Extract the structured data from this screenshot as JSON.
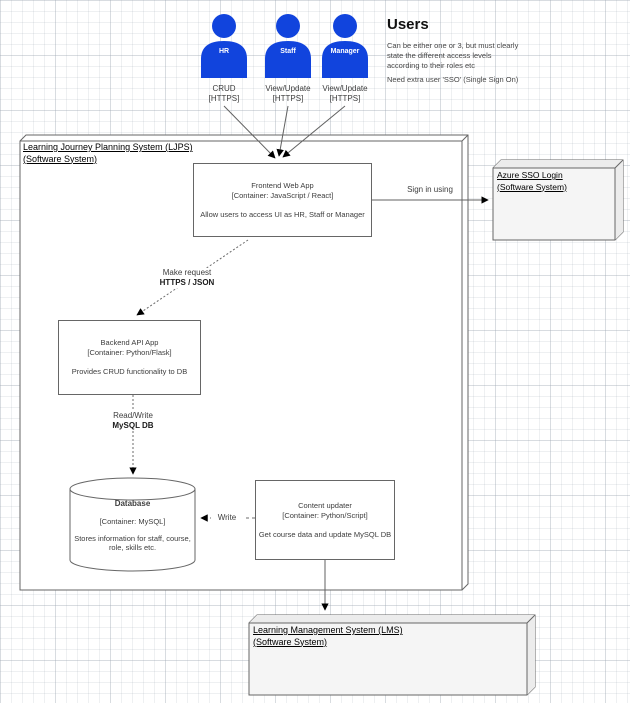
{
  "users_note": {
    "title": "Users",
    "body1": "Can be either one or 3, but must clearly state the different access levels according to their roles etc",
    "body2": "Need extra user 'SSO' (Single Sign On)"
  },
  "actors": [
    {
      "name": "HR",
      "action": "CRUD",
      "protocol": "[HTTPS]"
    },
    {
      "name": "Staff",
      "action": "View/Update",
      "protocol": "[HTTPS]"
    },
    {
      "name": "Manager",
      "action": "View/Update",
      "protocol": "[HTTPS]"
    }
  ],
  "boundary": {
    "title": "Learning Journey Planning System (LJPS)",
    "subtitle": "(Software System)"
  },
  "nodes": {
    "frontend": {
      "title": "Frontend Web App",
      "container": "[Container: JavaScript / React]",
      "description": "Allow users to access UI as HR, Staff or Manager"
    },
    "backend": {
      "title": "Backend API App",
      "container": "[Container: Python/Flask]",
      "description": "Provides CRUD functionality to DB"
    },
    "database": {
      "title": "Database",
      "container": "[Container: MySQL]",
      "description": "Stores information for staff, course, role, skills etc."
    },
    "content_updater": {
      "title": "Content updater",
      "container": "[Container: Python/Script]",
      "description": "Get course data and update MySQL DB"
    },
    "azure_sso": {
      "title": "Azure SSO Login",
      "subtitle": "(Software System)"
    },
    "lms": {
      "title": "Learning Management System (LMS)",
      "subtitle": "(Software System)"
    }
  },
  "edges": {
    "sign_in": "Sign in using",
    "make_request_line1": "Make request",
    "make_request_line2": "HTTPS / JSON",
    "read_write_line1": "Read/Write",
    "read_write_line2": "MySQL DB",
    "write": "Write"
  },
  "colors": {
    "actor_blue": "#1144dd",
    "shape_border": "#666666",
    "external_system_fill": "#f5f5f5",
    "text": "#3d3d3d",
    "arrowhead": "#000000"
  }
}
